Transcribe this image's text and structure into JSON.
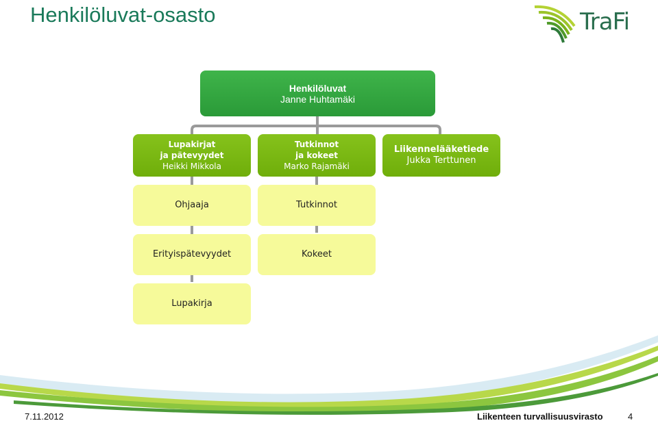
{
  "slide": {
    "title": "Henkilöluvat-osasto"
  },
  "logo": {
    "text": "TraFi"
  },
  "org": {
    "head": {
      "title": "Henkilöluvat",
      "name": "Janne Huhtamäki"
    },
    "units": [
      {
        "line1": "Lupakirjat",
        "line2": "ja pätevyydet",
        "name": "Heikki Mikkola"
      },
      {
        "line1": "Tutkinnot",
        "line2": "ja kokeet",
        "name": "Marko Rajamäki"
      },
      {
        "line1": "Liikennelääketiede",
        "name": "Jukka Terttunen"
      }
    ],
    "sub_left": [
      "Ohjaaja",
      "Erityispätevyydet",
      "Lupakirja"
    ],
    "sub_mid": [
      "Tutkinnot",
      "Kokeet"
    ]
  },
  "colors": {
    "title": "#1a7a5a",
    "head_box": "#35a843",
    "unit_box": "#7ab814",
    "sub_box": "#f6fa9a",
    "connector": "#9a9a9a"
  },
  "footer": {
    "date": "7.11.2012",
    "organization": "Liikenteen turvallisuusvirasto",
    "page": "4"
  }
}
